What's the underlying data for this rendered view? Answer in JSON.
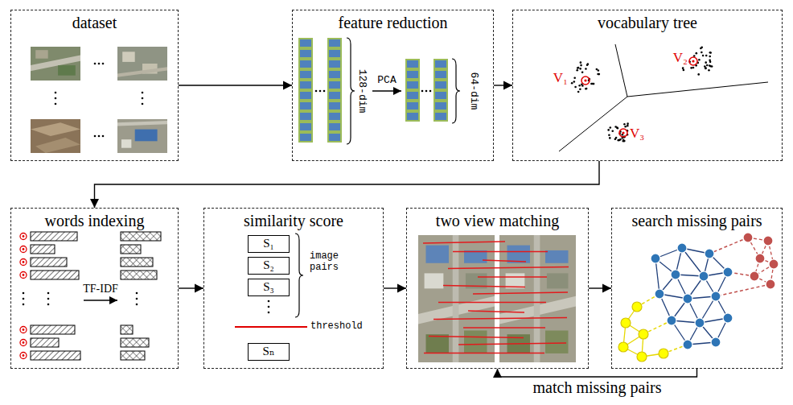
{
  "diagram": {
    "nodes": [
      {
        "text": [
          "dataset"
        ]
      },
      {
        "text": [
          "feature reduction"
        ]
      },
      {
        "text": [
          "vocabulary tree"
        ]
      },
      {
        "text": [
          "words indexing"
        ]
      },
      {
        "text": [
          "similarity score"
        ]
      },
      {
        "text": [
          "S₁"
        ],
        "in": 4
      },
      {
        "text": [
          "S₂"
        ],
        "in": 4
      },
      {
        "text": [
          "S₃"
        ],
        "in": 4
      },
      {
        "text": [
          "Sₙ"
        ],
        "in": 4
      },
      {
        "text": [
          "two view matching"
        ]
      },
      {
        "text": [
          "search missing pairs"
        ]
      }
    ],
    "edges": [
      {
        "from": 0,
        "to": 1,
        "arrow": "to"
      },
      {
        "from": 1,
        "to": 2,
        "arrow": "to"
      },
      {
        "from": 2,
        "to": 3,
        "arrow": "to"
      },
      {
        "from": 3,
        "to": 4,
        "arrow": "to"
      },
      {
        "from": 4,
        "to": 9,
        "arrow": "to"
      },
      {
        "from": 9,
        "to": 10,
        "arrow": "to"
      },
      {
        "from": 10,
        "to": 9,
        "label": "match missing pairs",
        "arrow": "to"
      }
    ],
    "labels": [
      "128-dim",
      "PCA",
      "64-dim",
      "V₁",
      "V₂",
      "V₃",
      "TF-IDF",
      "image pairs",
      "threshold"
    ]
  }
}
